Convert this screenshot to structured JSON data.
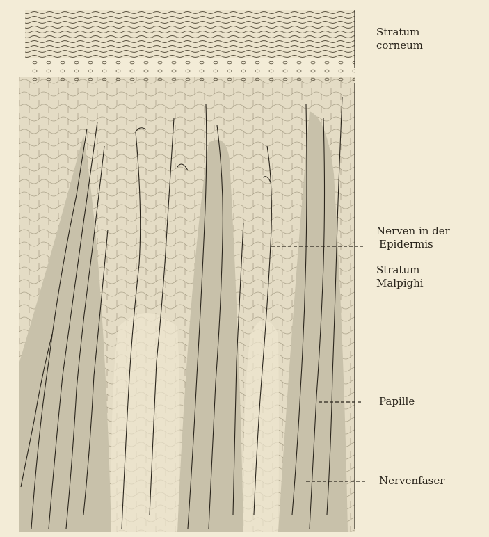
{
  "labels": {
    "stratum_corneum": [
      "Stratum",
      "corneum"
    ],
    "nerven_epidermis": [
      "Nerven in der",
      "Epidermis"
    ],
    "stratum_malpighi": [
      "Stratum",
      "Malpighi"
    ],
    "papille": "Papille",
    "nervenfaser": "Nervenfaser"
  },
  "colors": {
    "background": "#f3ecd7",
    "papilla": "#c8c1aa",
    "epidermis": "#e4dcc5",
    "ink": "#2a251c"
  }
}
